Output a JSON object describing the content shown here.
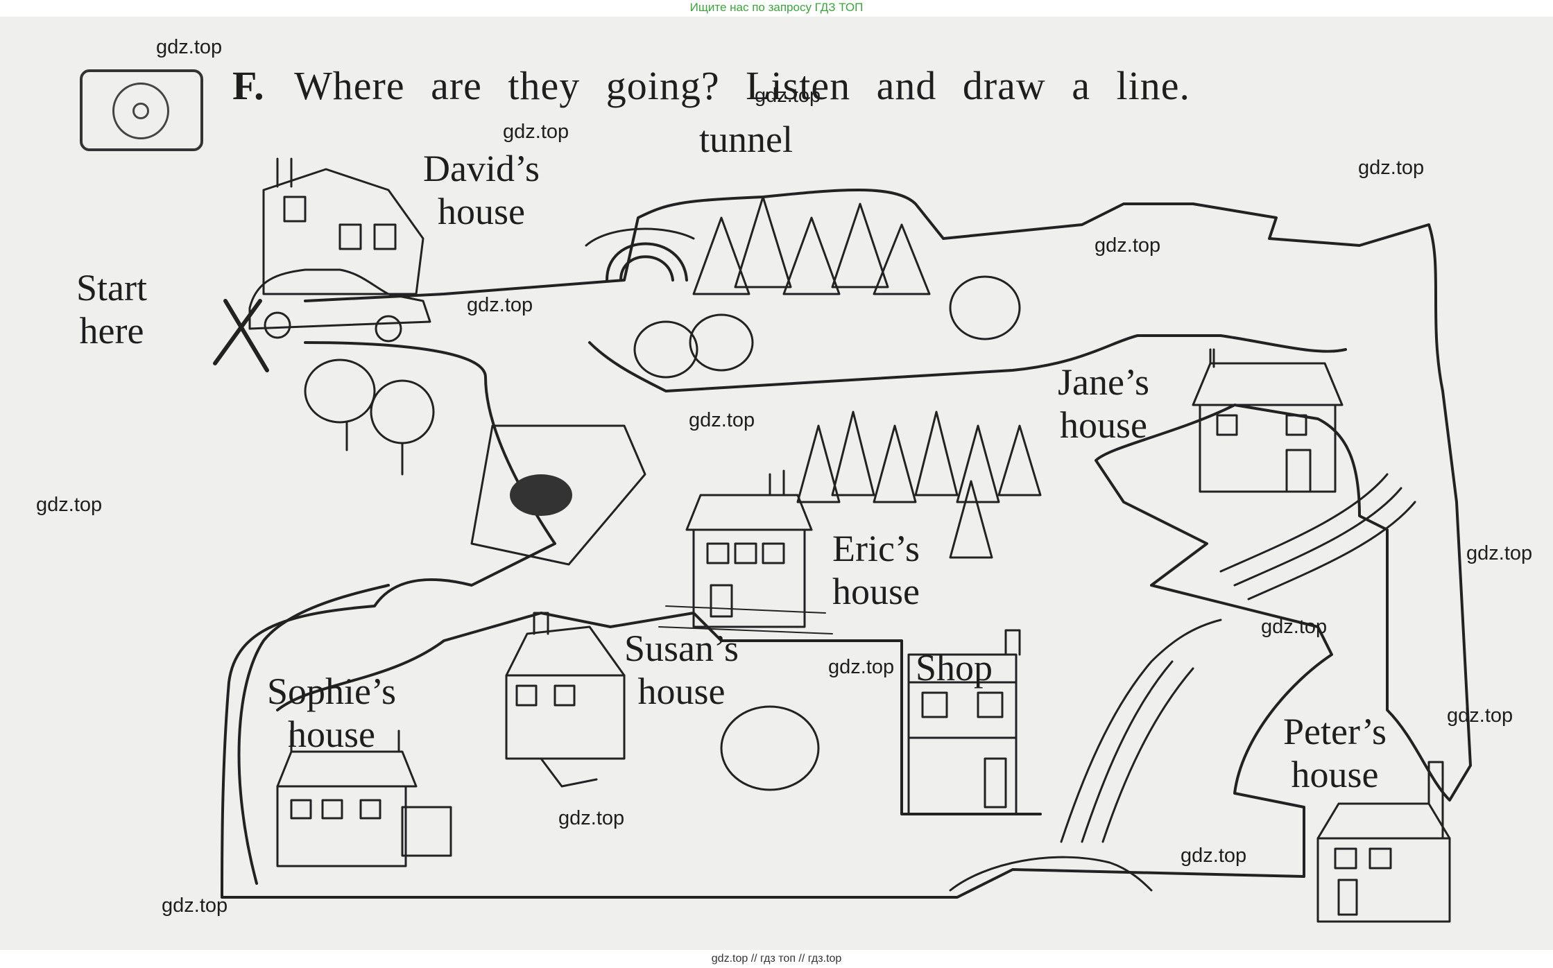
{
  "header": {
    "top_note": "Ищите нас по запросу ГДЗ ТОП"
  },
  "footer": {
    "links": "gdz.top  //  гдз топ  //  гдз.top"
  },
  "exercise": {
    "letter": "F.",
    "instruction": "Where are they going? Listen and draw a line."
  },
  "labels": {
    "start": [
      "Start",
      "here"
    ],
    "tunnel": "tunnel",
    "david": [
      "David’s",
      "house"
    ],
    "jane": [
      "Jane’s",
      "house"
    ],
    "eric": [
      "Eric’s",
      "house"
    ],
    "shop": "Shop",
    "susan": [
      "Susan’s",
      "house"
    ],
    "sophie": [
      "Sophie’s",
      "house"
    ],
    "peter": [
      "Peter’s",
      "house"
    ]
  },
  "watermark": "gdz.top",
  "icons": {
    "cd": "cd-icon",
    "start_mark": "cross-icon"
  },
  "colors": {
    "watermark_top": "#3aa53a",
    "ink": "#1e1e1e",
    "paper": "#efefee"
  }
}
